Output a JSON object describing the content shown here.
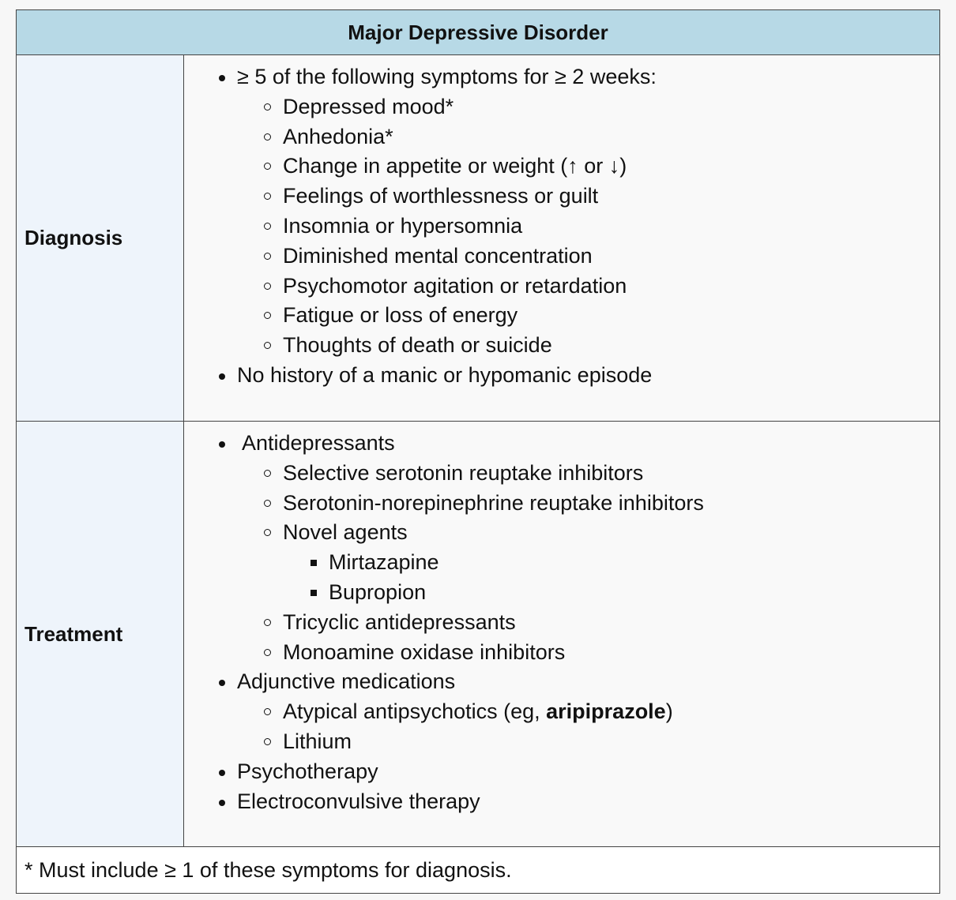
{
  "table": {
    "title": "Major Depressive Disorder",
    "diagnosis": {
      "label": "Diagnosis",
      "criteria_intro": "≥ 5 of the following symptoms for ≥ 2 weeks:",
      "symptoms": [
        "Depressed mood*",
        "Anhedonia*",
        "Change in appetite or weight (↑ or ↓)",
        "Feelings of worthlessness or guilt",
        "Insomnia or hypersomnia",
        "Diminished mental concentration",
        "Psychomotor agitation or retardation",
        "Fatigue or loss of energy",
        "Thoughts of death or suicide"
      ],
      "exclusion": "No history of a manic or hypomanic episode"
    },
    "treatment": {
      "label": "Treatment",
      "antidepressants_label": "Antidepressants",
      "antidepressants": {
        "ssri": "Selective serotonin reuptake inhibitors",
        "snri": "Serotonin-norepinephrine reuptake inhibitors",
        "novel_label": "Novel agents",
        "novel_agents": [
          "Mirtazapine",
          "Bupropion"
        ],
        "tca": "Tricyclic antidepressants",
        "maoi": "Monoamine oxidase inhibitors"
      },
      "adjunctive_label": "Adjunctive medications",
      "adjunctive": {
        "atypical_prefix": "Atypical antipsychotics (eg, ",
        "atypical_bold": "aripiprazole",
        "atypical_suffix": ")",
        "lithium": "Lithium"
      },
      "psychotherapy": "Psychotherapy",
      "ect": "Electroconvulsive therapy"
    },
    "footnote": "* Must include ≥ 1 of these symptoms for diagnosis."
  }
}
